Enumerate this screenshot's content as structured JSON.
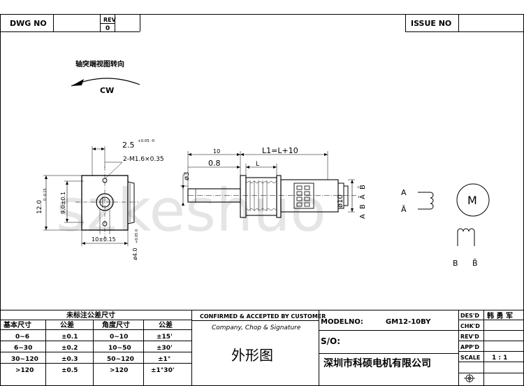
{
  "header": {
    "dwg_no_label": "DWG  NO",
    "rev_label": "REV",
    "rev_value": "0",
    "issue_no_label": "ISSUE  NO"
  },
  "rotation": {
    "title": "轴突端视图转向",
    "direction": "CW"
  },
  "watermark": "szkeshuo",
  "dimensions": {
    "offset": "2.5",
    "offset_tol": "+0.05 -0",
    "thread": "2-M1.6×0.35",
    "height": "12.0",
    "height_tol": "0 -0.15",
    "inner_height": "9.0±0.1",
    "width": "10±0.15",
    "shaft_dia": "ø4.0",
    "shaft_dia_tol": "+0.05 0",
    "len_10": "10",
    "len_total": "L1=L+10",
    "len_08": "0.8",
    "len_L": "L",
    "flat_3": "3",
    "body_dia": "10"
  },
  "terminals": {
    "labels": [
      "A",
      "B",
      "Ā",
      "B̄"
    ],
    "coil_a_top": "A",
    "coil_a_bottom": "Ā",
    "motor_symbol": "M",
    "coil_b_left": "B",
    "coil_b_right": "B̄"
  },
  "tolerance_table": {
    "title": "未标注公差尺寸",
    "headers": [
      "基本尺寸",
      "公差",
      "角度尺寸",
      "公差"
    ],
    "rows": [
      [
        "0~6",
        "±0.1",
        "0~10",
        "±15'"
      ],
      [
        "6~30",
        "±0.2",
        "10~50",
        "±30'"
      ],
      [
        "30~120",
        "±0.3",
        "50~120",
        "±1°"
      ],
      [
        ">120",
        "±0.5",
        ">120",
        "±1°30'"
      ]
    ]
  },
  "confirmation": {
    "title": "CONFIRMED & ACCEPTED BY CUSTOMER",
    "subtitle": "Company, Chop & Signature"
  },
  "drawing_title": "外形图",
  "model": {
    "label": "MODELNO:",
    "value": "GM12-10BY",
    "so_label": "S/O:",
    "company": "深圳市科硕电机有限公司"
  },
  "signoff": {
    "des_label": "DES'D",
    "des_value": "韩 勇 军",
    "chk_label": "CHK'D",
    "rev_label": "REV'D",
    "app_label": "APP'D",
    "scale_label": "SCALE",
    "scale_value": "1 : 1"
  }
}
